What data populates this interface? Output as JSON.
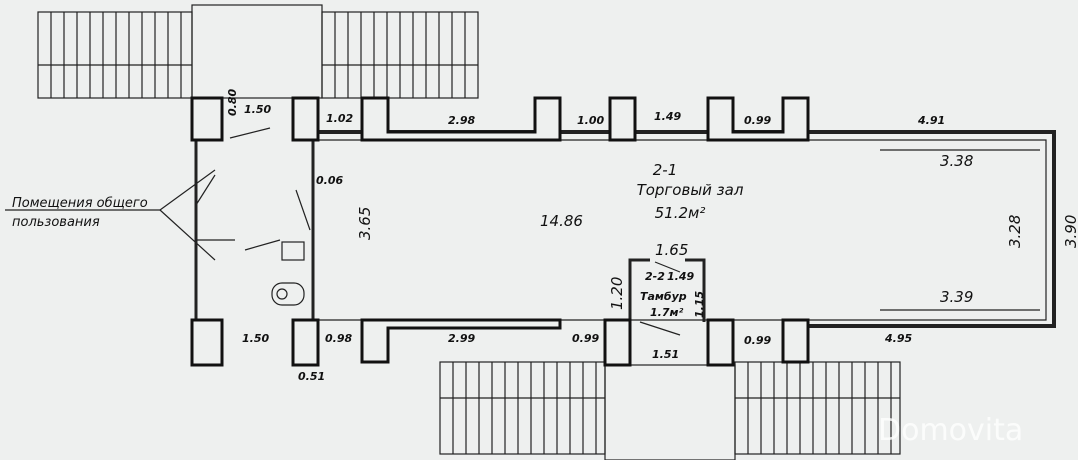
{
  "room_main": {
    "id": "2-1",
    "name": "Торговый зал",
    "area": "51.2м²"
  },
  "room_vestibule": {
    "id": "2-2",
    "name": "Тамбур",
    "area": "1.7м²"
  },
  "callout": {
    "line1": "Помещения общего",
    "line2": "пользования"
  },
  "dimensions": {
    "top_080": "0.80",
    "top_150": "1.50",
    "top_102": "1.02",
    "top_298": "2.98",
    "top_100": "1.00",
    "top_149": "1.49",
    "top_099": "0.99",
    "top_491": "4.91",
    "right_338": "3.38",
    "right_328": "3.28",
    "right_390": "3.90",
    "right_339": "3.39",
    "left_006": "0.06",
    "left_365": "3.65",
    "center_1486": "14.86",
    "vest_165": "1.65",
    "vest_149": "1.49",
    "vest_120": "1.20",
    "vest_115": "1.15",
    "bot_150": "1.50",
    "bot_098": "0.98",
    "bot_051": "0.51",
    "bot_299": "2.99",
    "bot_099a": "0.99",
    "bot_151": "1.51",
    "bot_099b": "0.99",
    "bot_495": "4.95"
  },
  "watermark": "Domovita"
}
